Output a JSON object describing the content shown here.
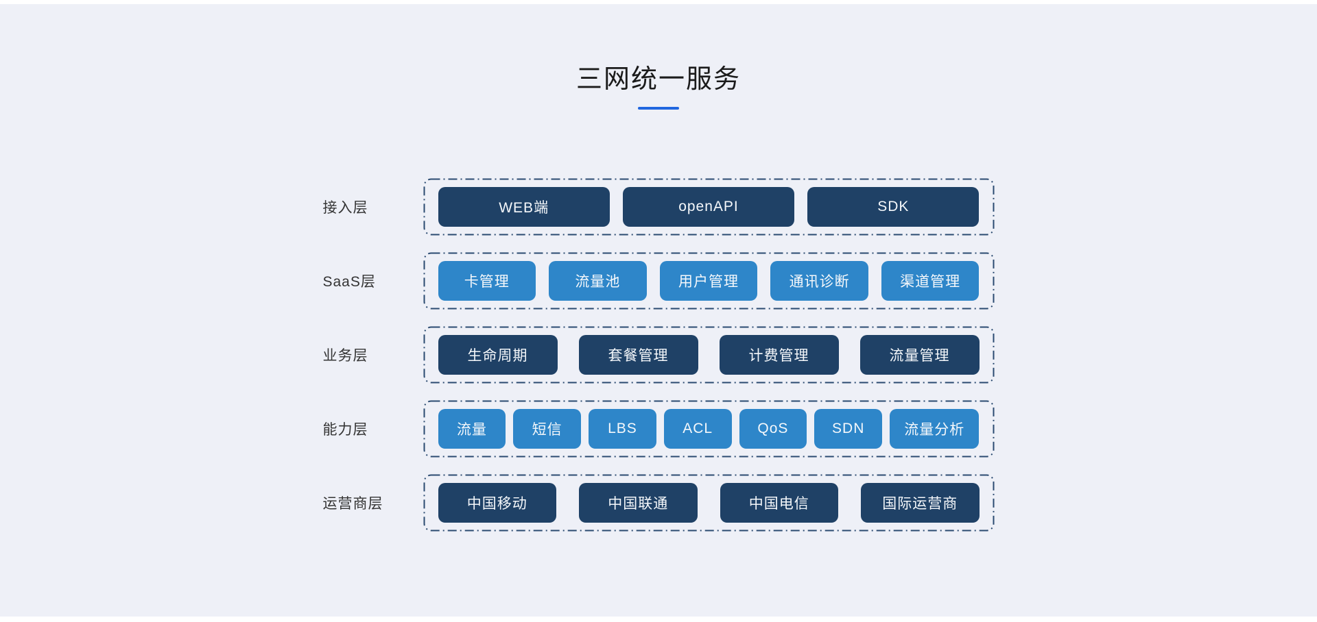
{
  "page": {
    "title": "三网统一服务",
    "background_color": "#eef0f7",
    "accent_underline_color": "#2066df",
    "dark_block_color": "#1f4166",
    "light_block_color": "#2e86c9",
    "dashed_border_color": "#2a4a70"
  },
  "diagram": {
    "rows": [
      {
        "label": "接入层",
        "style": "dark",
        "items": [
          "WEB端",
          "openAPI",
          "SDK"
        ]
      },
      {
        "label": "SaaS层",
        "style": "light",
        "items": [
          "卡管理",
          "流量池",
          "用户管理",
          "通讯诊断",
          "渠道管理"
        ]
      },
      {
        "label": "业务层",
        "style": "dark",
        "items": [
          "生命周期",
          "套餐管理",
          "计费管理",
          "流量管理"
        ]
      },
      {
        "label": "能力层",
        "style": "light",
        "items": [
          "流量",
          "短信",
          "LBS",
          "ACL",
          "QoS",
          "SDN",
          "流量分析"
        ]
      },
      {
        "label": "运营商层",
        "style": "dark",
        "items": [
          "中国移动",
          "中国联通",
          "中国电信",
          "国际运营商"
        ]
      }
    ]
  }
}
